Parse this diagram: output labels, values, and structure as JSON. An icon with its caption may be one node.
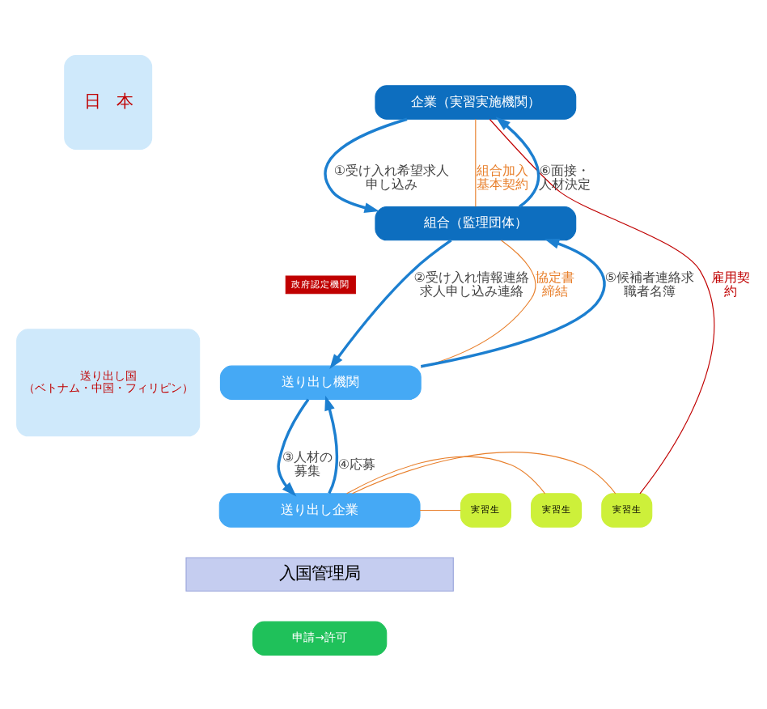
{
  "diagram": {
    "nodes": [
      {
        "text": [
          "日　本"
        ]
      },
      {
        "text": [
          "送り出し国",
          "（ベトナム・中国・フィリピン）"
        ]
      },
      {
        "text": [
          "企業（実習実施機関）"
        ]
      },
      {
        "text": [
          "組合（監理団体）"
        ]
      },
      {
        "text": [
          "政府認定機関"
        ]
      },
      {
        "text": [
          "送り出し機関"
        ]
      },
      {
        "text": [
          "送り出し企業"
        ]
      },
      {
        "text": [
          "実習生"
        ]
      },
      {
        "text": [
          "実習生"
        ]
      },
      {
        "text": [
          "実習生"
        ]
      },
      {
        "text": [
          "入国管理局"
        ]
      },
      {
        "text": [
          "申請→許可"
        ]
      }
    ],
    "edges": [
      {
        "from": 2,
        "to": 3,
        "arrow": "to",
        "label": "①受け入れ希望求人申し込み"
      },
      {
        "from": 3,
        "to": 2,
        "arrow": "to",
        "label": "⑥面接・人材決定"
      },
      {
        "from": 3,
        "to": 5,
        "arrow": "to",
        "label": "②受け入れ情報連絡求人申し込み連絡"
      },
      {
        "from": 5,
        "to": 3,
        "arrow": "to",
        "label": "⑤候補者連絡求職者名簿"
      },
      {
        "from": 5,
        "to": 6,
        "arrow": "to",
        "label": "③人材の募集"
      },
      {
        "from": 6,
        "to": 5,
        "arrow": "to",
        "label": "④応募"
      },
      {
        "from": 2,
        "to": 3,
        "arrow": "none",
        "label": "組合加入基本契約",
        "color": "#e87f2b"
      },
      {
        "from": 3,
        "to": 5,
        "arrow": "none",
        "label": "協定書締結",
        "color": "#e87f2b"
      },
      {
        "from": 2,
        "to": 7,
        "arrow": "none",
        "label": "雇用契約",
        "color": "#c00000"
      },
      {
        "from": 6,
        "to": 7,
        "arrow": "none",
        "color": "#e87f2b"
      },
      {
        "from": 6,
        "to": 8,
        "arrow": "none",
        "color": "#e87f2b"
      },
      {
        "from": 6,
        "to": 9,
        "arrow": "none",
        "color": "#e87f2b"
      }
    ]
  }
}
